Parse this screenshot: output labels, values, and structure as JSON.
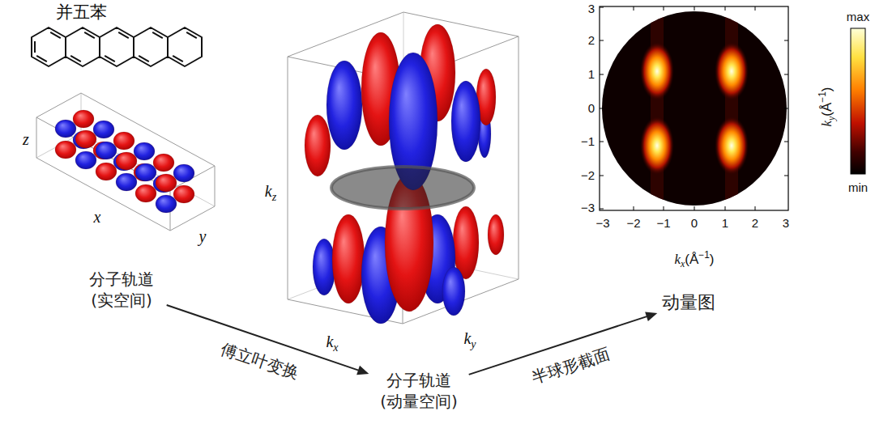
{
  "diagram": {
    "nodes": [
      {
        "text": [
          "分子轨道 (实空间)"
        ]
      },
      {
        "text": [
          "分子轨道 (动量空间)"
        ]
      },
      {
        "text": [
          "动量图"
        ]
      }
    ],
    "edges": [
      {
        "from": 0,
        "to": 1,
        "arrow": "to",
        "label": "傅立叶变换"
      },
      {
        "from": 1,
        "to": 2,
        "arrow": "to",
        "label": "半球形截面"
      }
    ],
    "labels": [
      "并五苯",
      "z",
      "x",
      "y",
      "k",
      "z",
      "k",
      "x",
      "k",
      "y",
      "3",
      "2",
      "1",
      "0",
      "−1",
      "−2",
      "−3",
      "−3",
      "−2",
      "−1",
      "0",
      "1",
      "2",
      "3",
      "k",
      "x",
      "(Å",
      "−1",
      ")",
      "k",
      "y",
      "(Å",
      "−1",
      ")",
      "max",
      "min"
    ]
  }
}
